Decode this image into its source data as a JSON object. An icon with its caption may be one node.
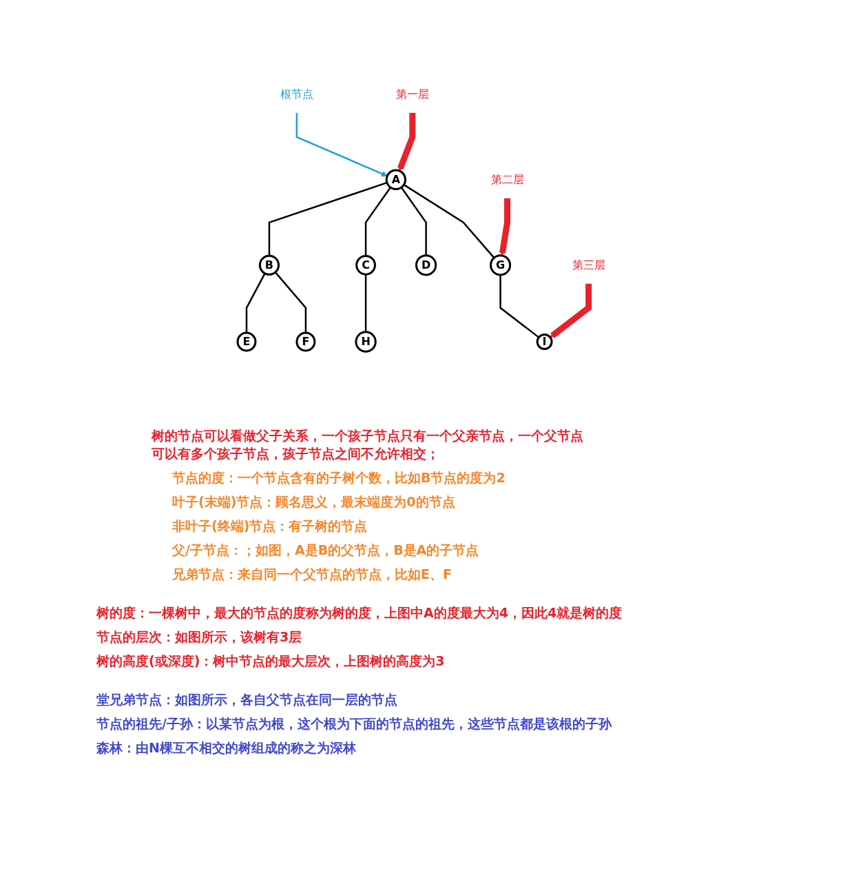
{
  "diagram": {
    "nodes": [
      {
        "text": [
          "根节点"
        ]
      },
      {
        "text": [
          "A"
        ]
      },
      {
        "text": [
          "第一层"
        ]
      },
      {
        "text": [
          "B"
        ]
      },
      {
        "text": [
          "C"
        ]
      },
      {
        "text": [
          "D"
        ]
      },
      {
        "text": [
          "G"
        ]
      },
      {
        "text": [
          "第二层"
        ]
      },
      {
        "text": [
          "E"
        ]
      },
      {
        "text": [
          "F"
        ]
      },
      {
        "text": [
          "H"
        ]
      },
      {
        "text": [
          "I"
        ]
      },
      {
        "text": [
          "第三层"
        ]
      }
    ],
    "edges": [
      {
        "from": 0,
        "to": 1,
        "arrow": "to",
        "color": "#1aa0e0"
      },
      {
        "from": 2,
        "to": 1,
        "arrow": "to",
        "style": "thick",
        "color": "#e8212b"
      },
      {
        "from": 1,
        "to": 3,
        "arrow": "none"
      },
      {
        "from": 1,
        "to": 4,
        "arrow": "none"
      },
      {
        "from": 1,
        "to": 5,
        "arrow": "none"
      },
      {
        "from": 1,
        "to": 6,
        "arrow": "none"
      },
      {
        "from": 7,
        "to": 6,
        "arrow": "to",
        "style": "thick",
        "color": "#e8212b"
      },
      {
        "from": 3,
        "to": 8,
        "arrow": "none"
      },
      {
        "from": 3,
        "to": 9,
        "arrow": "none"
      },
      {
        "from": 4,
        "to": 10,
        "arrow": "none"
      },
      {
        "from": 6,
        "to": 11,
        "arrow": "none"
      },
      {
        "from": 12,
        "to": 11,
        "arrow": "to",
        "style": "thick",
        "color": "#e8212b"
      }
    ],
    "labels": [
      "树的节点可以看做父子关系，一个孩子节点只有一个父亲节点，一个父节点可以有多个孩子节点，孩子节点之间不允许相交；",
      "节点的度：一个节点含有的子树个数，比如B节点的度为2",
      "叶子(末端)节点：顾名思义，最末端度为0的节点",
      "非叶子(终端)节点：有子树的节点",
      "父/子节点：；如图，A是B的父节点，B是A的子节点",
      "兄弟节点：来自同一个父节点的节点，比如E、F",
      "树的度：一棵树中，最大的节点的度称为树的度，上图中A的度最大为4，因此4就是树的度",
      "节点的层次：如图所示，该树有3层",
      "树的高度(或深度)：树中节点的最大层次，上图树的高度为3",
      "堂兄弟节点：如图所示，各自父节点在同一层的节点",
      "节点的祖先/子孙：以某节点为根，这个根为下面的节点的祖先，这些节点都是该根的子孙",
      "森林：由N棵互不相交的树组成的称之为深林"
    ]
  }
}
